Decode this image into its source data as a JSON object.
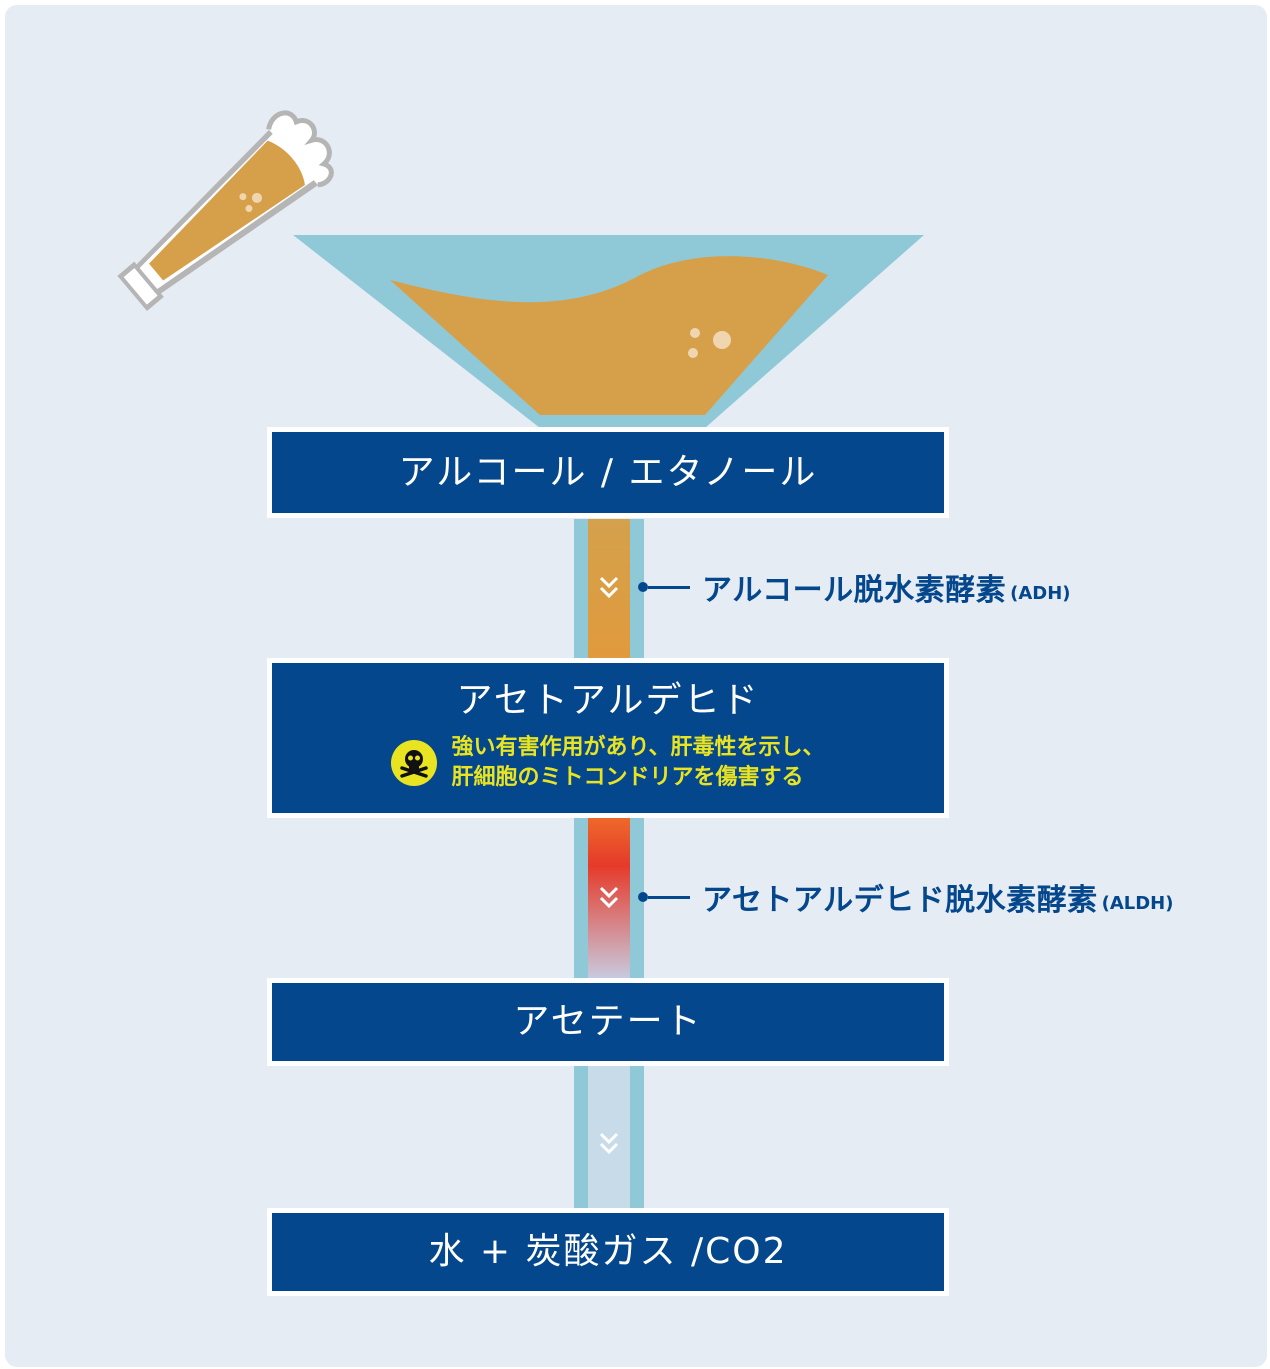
{
  "colors": {
    "background": "#e6ecf3",
    "box_fill": "#05478d",
    "enzyme_text": "#05478d",
    "warning_text": "#e9e421",
    "beer": "#d6a04a",
    "funnel": "#8fc9d8",
    "tube_outer": "#8fc9d8",
    "toxic_gradient": "#e53a2a"
  },
  "stages": {
    "ethanol": "アルコール / エタノール",
    "acetaldehyde": "アセトアルデヒド",
    "acetate": "アセテート",
    "final": "水 + 炭酸ガス /CO2"
  },
  "warning": {
    "icon": "skull-crossbones-icon",
    "line1": "強い有害作用があり、肝毒性を示し、",
    "line2": "肝細胞のミトコンドリアを傷害する"
  },
  "enzymes": {
    "adh_name": "アルコール脱水素酵素",
    "adh_abbr": "(ADH)",
    "aldh_name": "アセトアルデヒド脱水素酵素",
    "aldh_abbr": "(ALDH)"
  }
}
